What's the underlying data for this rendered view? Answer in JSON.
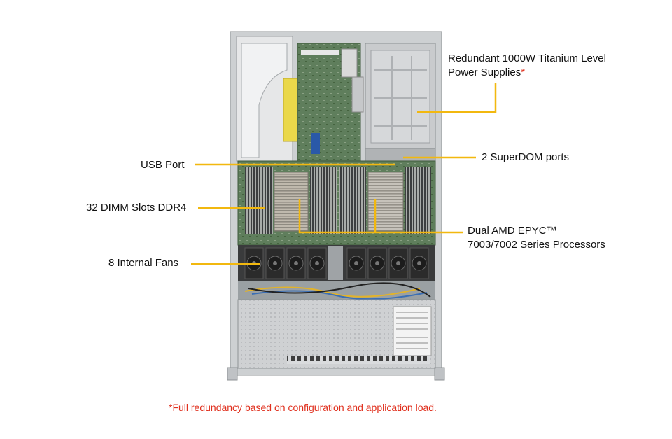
{
  "callouts": {
    "psu_line1": "Redundant  1000W Titanium  Level",
    "psu_line2": "Power Supplies",
    "psu_asterisk": "*",
    "usb": "USB Port",
    "superdom": "2 SuperDOM ports",
    "dimm": "32 DIMM Slots DDR4",
    "cpu_line1": "Dual AMD EPYC™",
    "cpu_line2": "7003/7002 Series Processors",
    "fans": "8 Internal  Fans"
  },
  "footnote": "*Full redundancy based on configuration and application load.",
  "colors": {
    "leader_line": "#f2b80f",
    "footnote_text": "#e0301e",
    "label_text": "#111111",
    "chassis_metal": "#d2d4d6",
    "motherboard_green": "#5c7c5a",
    "fan_black": "#2b2b2b",
    "riser_yellow": "#ead84a"
  }
}
